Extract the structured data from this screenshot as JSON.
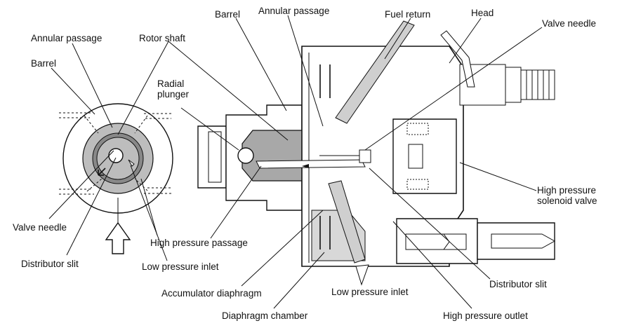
{
  "diagram": {
    "labels": {
      "barrel_top": "Barrel",
      "annular_passage_top": "Annular passage",
      "fuel_return": "Fuel return",
      "head": "Head",
      "valve_needle_right": "Valve needle",
      "annular_passage_left": "Annular passage",
      "rotor_shaft": "Rotor shaft",
      "barrel_left": "Barrel",
      "radial_plunger": "Radial\nplunger",
      "high_pressure_solenoid_valve": "High pressure\nsolenoid valve",
      "valve_needle_left": "Valve needle",
      "high_pressure_passage": "High pressure passage",
      "distributor_slit_left": "Distributor slit",
      "low_pressure_inlet_left": "Low pressure inlet",
      "accumulator_diaphragm": "Accumulator diaphragm",
      "low_pressure_inlet_right": "Low pressure inlet",
      "distributor_slit_right": "Distributor slit",
      "diaphragm_chamber": "Diaphragm chamber",
      "high_pressure_outlet": "High pressure outlet"
    }
  }
}
